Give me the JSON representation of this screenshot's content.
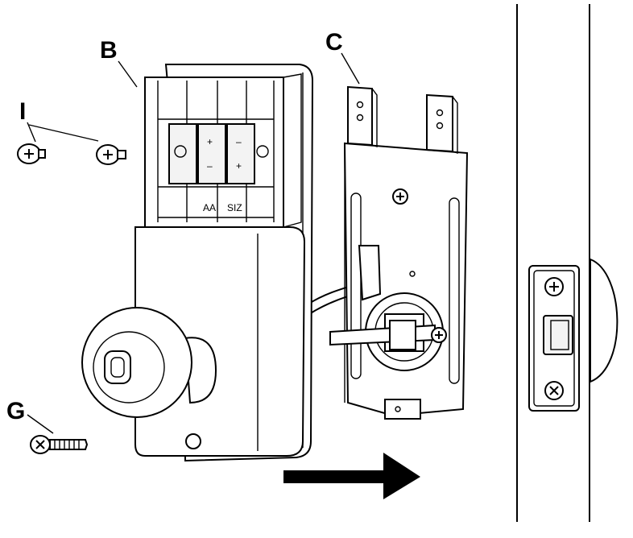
{
  "labels": {
    "b": "B",
    "c": "C",
    "i": "I",
    "g": "G"
  },
  "battery_markings": {
    "text_left": "AA",
    "text_right": "SIZ",
    "plus": "+",
    "minus": "–"
  },
  "colors": {
    "ink": "#000000",
    "paper": "#ffffff"
  },
  "icons": {
    "arrow": "direction-arrow-right",
    "screw": "phillips-screw"
  }
}
